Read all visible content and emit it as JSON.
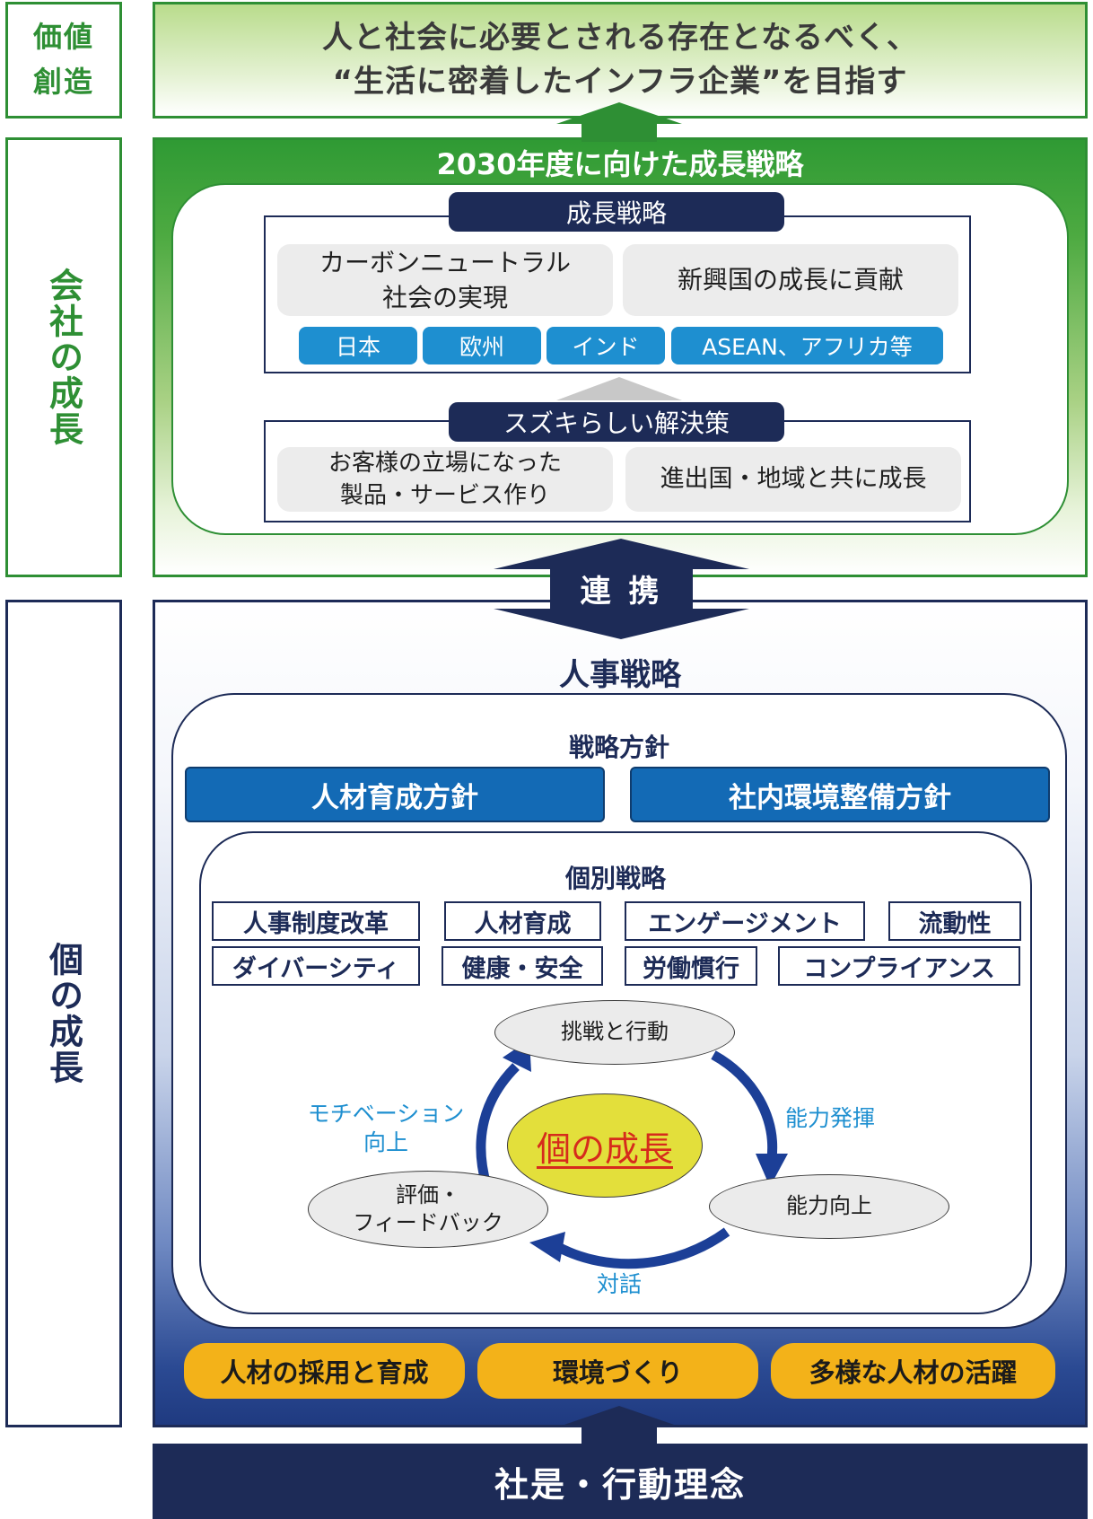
{
  "side": {
    "value_creation": "価値創造",
    "company_growth": "会社の成長",
    "individual_growth": "個の成長"
  },
  "mission": {
    "line1": "人と社会に必要とされる存在となるべく、",
    "line2": "“生活に密着したインフラ企業”を目指す"
  },
  "growth_strategy": {
    "title": "2030年度に向けた成長戦略",
    "strategy_label": "成長戦略",
    "items": [
      "カーボンニュートラル\n社会の実現",
      "新興国の成長に貢献"
    ],
    "regions": [
      "日本",
      "欧州",
      "インド",
      "ASEAN、アフリカ等"
    ],
    "solutions_label": "スズキらしい解決策",
    "solutions": [
      "お客様の立場になった\n製品・サービス作り",
      "進出国・地域と共に成長"
    ]
  },
  "link_label": "連 携",
  "hr_strategy": {
    "title": "人事戦略",
    "policy_label": "戦略方針",
    "policies": [
      "人材育成方針",
      "社内環境整備方針"
    ],
    "individual_label": "個別戦略",
    "individual_row1": [
      "人事制度改革",
      "人材育成",
      "エンゲージメント",
      "流動性"
    ],
    "individual_row2": [
      "ダイバーシティ",
      "健康・安全",
      "労働慣行",
      "コンプライアンス"
    ],
    "cycle": {
      "center": "個の成長",
      "top": "挑戦と行動",
      "right": "能力向上",
      "left": "評価・\nフィードバック",
      "label_right": "能力発揮",
      "label_bottom": "対話",
      "label_left": "モチベーション\n向上"
    },
    "pillars": [
      "人材の採用と育成",
      "環境づくり",
      "多様な人材の活躍"
    ]
  },
  "foundation": "社是・行動理念",
  "colors": {
    "green": "#2e8f34",
    "navy": "#1d2b57",
    "blue": "#1e8fd0",
    "gold": "#f3b219",
    "red_text": "#d62b1c"
  }
}
